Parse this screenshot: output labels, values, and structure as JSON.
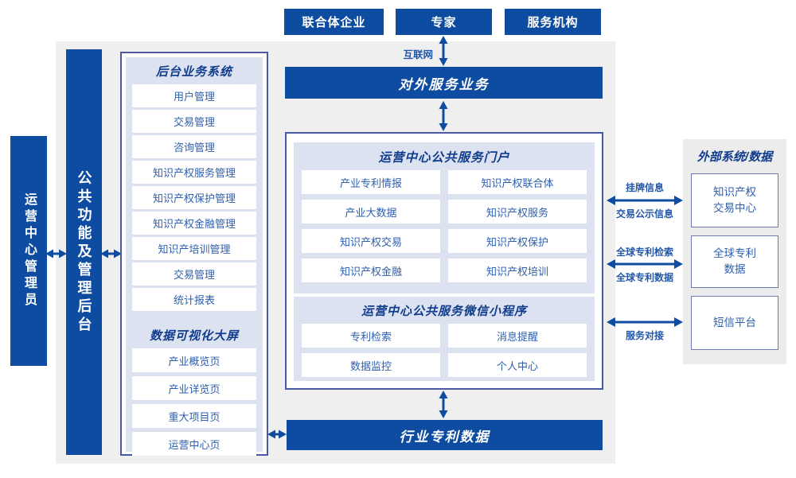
{
  "colors": {
    "primary_blue": "#0d4ca0",
    "panel_bg": "#dde2f0",
    "container_border": "#4a58a3",
    "item_text": "#2e5fae",
    "title_text": "#103c8e",
    "label_text": "#2257a8",
    "canvas_bg": "#efefef",
    "side_bg": "#ececec",
    "box_border": "#7079ad"
  },
  "top_actors": [
    {
      "label": "联合体企业"
    },
    {
      "label": "专家"
    },
    {
      "label": "服务机构"
    }
  ],
  "internet_label": "互联网",
  "external_service_bar": "对外服务业务",
  "industry_patent_bar": "行业专利数据",
  "left_bars": {
    "admin": "运营中心管理员",
    "backend": "公共功能及管理后台"
  },
  "backend_system": {
    "title": "后台业务系统",
    "items": [
      "用户管理",
      "交易管理",
      "咨询管理",
      "知识产权服务管理",
      "知识产权保护管理",
      "知识产权金融管理",
      "知识产培训管理",
      "交易管理",
      "统计报表"
    ]
  },
  "data_screen": {
    "title": "数据可视化大屏",
    "items": [
      "产业概览页",
      "产业详览页",
      "重大项目页",
      "运营中心页"
    ]
  },
  "portal": {
    "title": "运营中心公共服务门户",
    "items": [
      "产业专利情报",
      "知识产权联合体",
      "产业大数据",
      "知识产权服务",
      "知识产权交易",
      "知识产权保护",
      "知识产权金融",
      "知识产权培训"
    ]
  },
  "miniprogram": {
    "title": "运营中心公共服务微信小程序",
    "items": [
      "专利检索",
      "消息提醒",
      "数据监控",
      "个人中心"
    ]
  },
  "external": {
    "title": "外部系统/数据",
    "boxes": [
      {
        "line1": "知识产权",
        "line2": "交易中心"
      },
      {
        "line1": "全球专利",
        "line2": "数据"
      },
      {
        "line1": "短信平台",
        "line2": ""
      }
    ]
  },
  "links": {
    "listing_top": "挂牌信息",
    "listing_bottom": "交易公示信息",
    "patent_search_top": "全球专利检索",
    "patent_data_bottom": "全球专利数据",
    "service_bottom": "服务对接"
  }
}
